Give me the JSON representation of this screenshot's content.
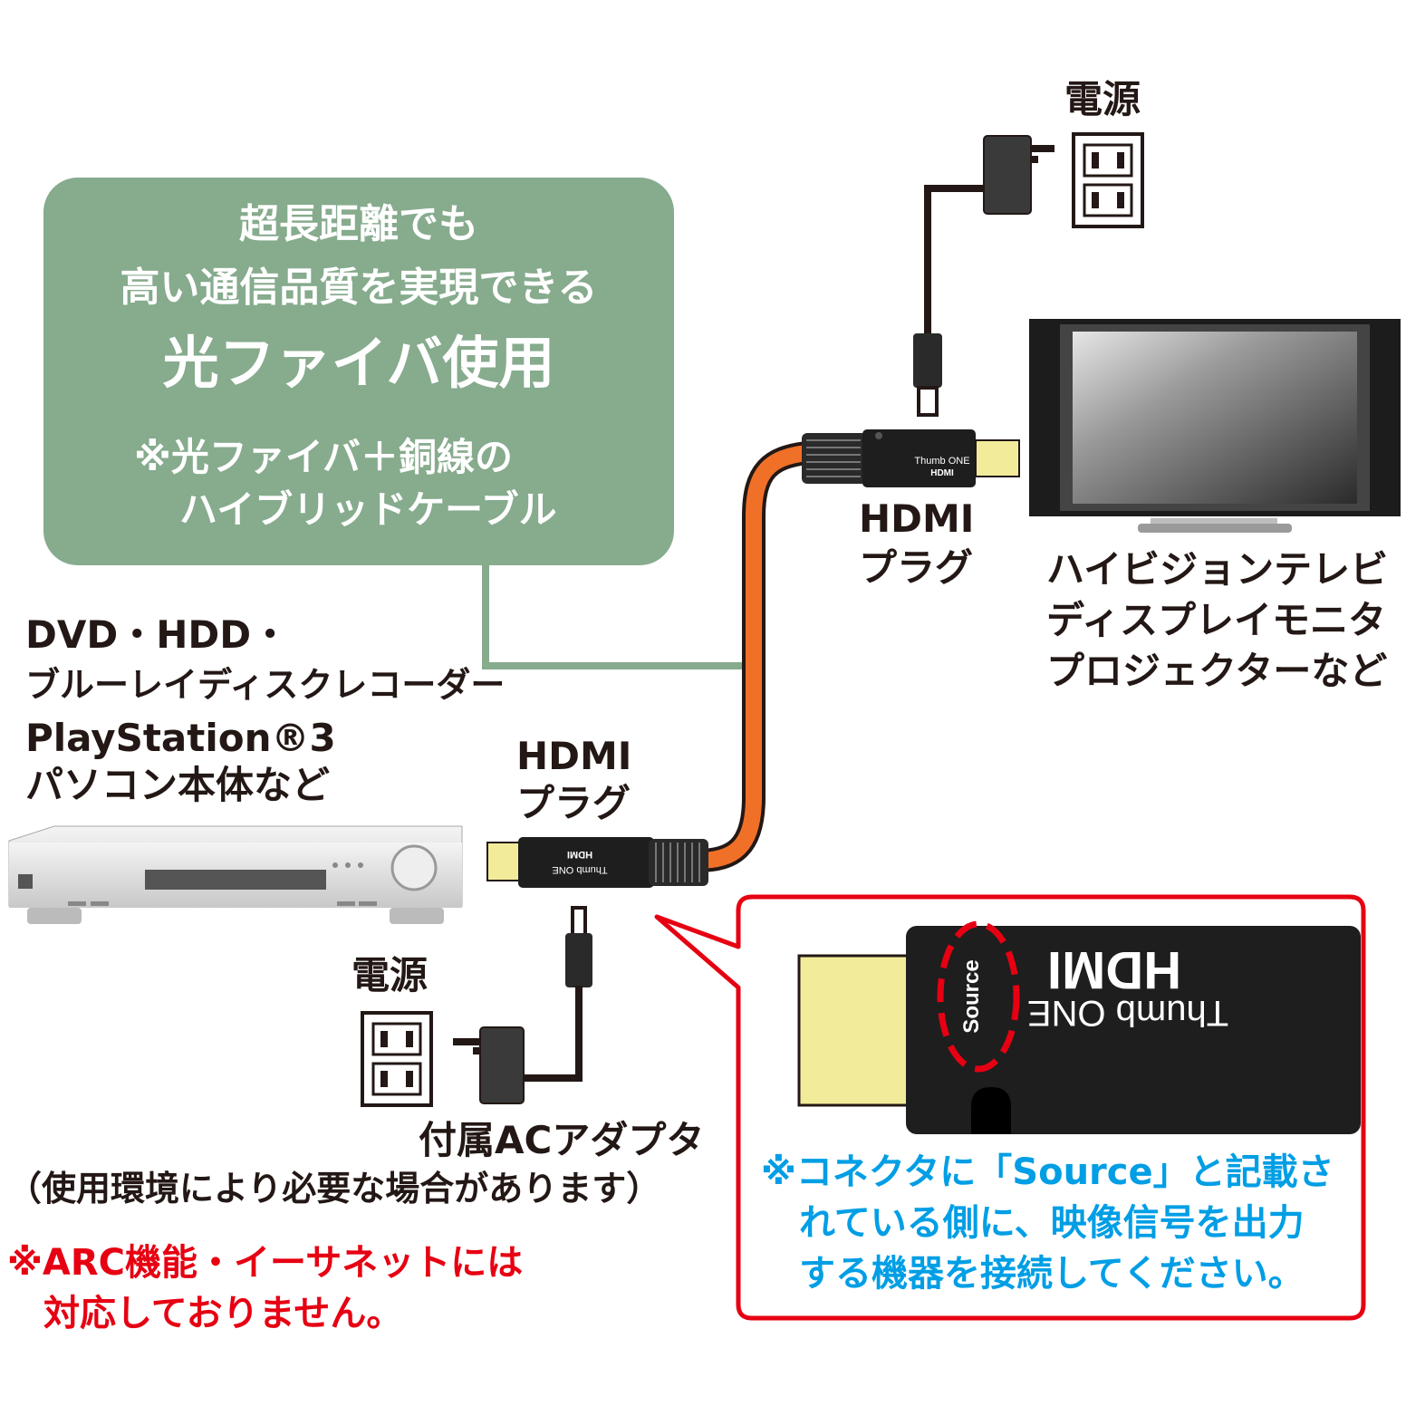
{
  "fiber_box": {
    "line1": "超長距離でも",
    "line2": "高い通信品質を実現できる",
    "headline": "光ファイバ使用",
    "note_line1": "※光ファイバ＋銅線の",
    "note_line2": "ハイブリッドケーブル"
  },
  "power_top": "電源",
  "power_bottom": "電源",
  "hdmi_plug_tv": {
    "line1": "HDMI",
    "line2": "プラグ"
  },
  "hdmi_plug_source": {
    "line1": "HDMI",
    "line2": "プラグ"
  },
  "tv_label": {
    "line1": "ハイビジョンテレビ",
    "line2": "ディスプレイモニタ",
    "line3": "プロジェクターなど"
  },
  "source_label": {
    "line1": "DVD・HDD・",
    "line2": "ブルーレイディスクレコーダー",
    "line3": "PlayStation®3",
    "line4": "パソコン本体など"
  },
  "adapter_label": {
    "line1": "付属ACアダプタ",
    "line2": "（使用環境により必要な場合があります）"
  },
  "arc_note": {
    "line1": "※ARC機能・イーサネットには",
    "line2": "対応しておりません。"
  },
  "connector_note": {
    "line1": "※コネクタに「Source」と記載さ",
    "line2": "れている側に、映像信号を出力",
    "line3": "する機器を接続してください。"
  },
  "plug_print": {
    "brand": "Thumb ONE",
    "logo": "HDMI",
    "source": "Source"
  },
  "colors": {
    "green": "#86ab8d",
    "orange": "#f07028",
    "red": "#e60012",
    "blue": "#009ee5",
    "connector_gold": "#f2ec9a"
  }
}
